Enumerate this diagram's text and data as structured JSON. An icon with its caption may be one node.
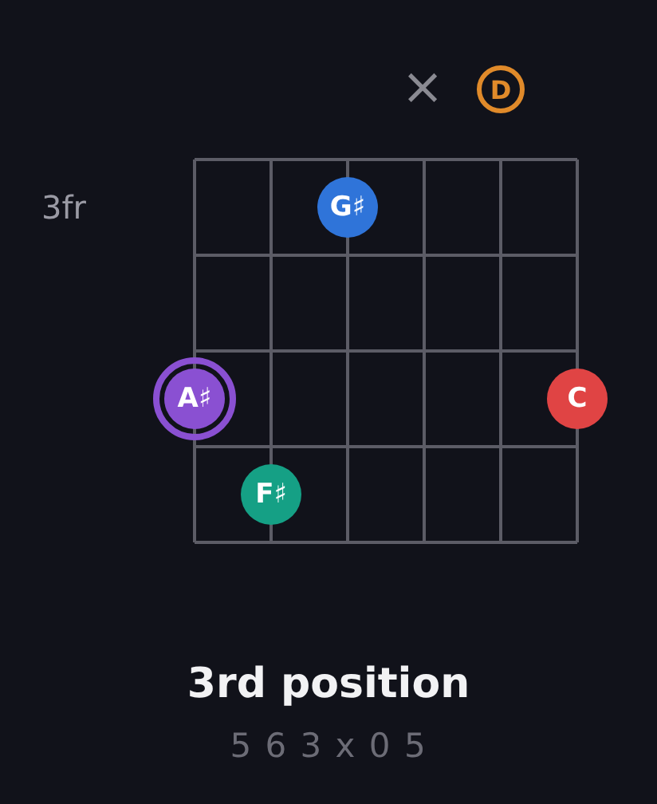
{
  "diagram": {
    "title": "3rd position",
    "caption": "5 6 3 x 0 5",
    "nodes": [
      {
        "text": [
          "D"
        ]
      },
      {
        "text": [
          "G♯"
        ]
      },
      {
        "text": [
          "A♯"
        ]
      },
      {
        "text": [
          "C"
        ]
      },
      {
        "text": [
          "F♯"
        ]
      }
    ],
    "labels": [
      "×",
      "3fr"
    ]
  }
}
